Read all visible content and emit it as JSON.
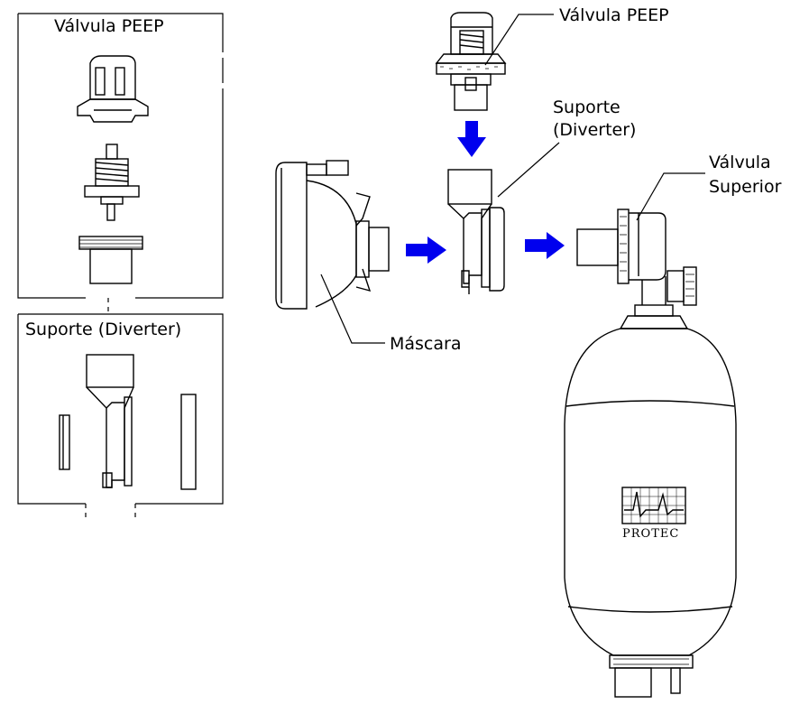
{
  "labels": {
    "peep_box_title": "Válvula PEEP",
    "diverter_box_title": "Suporte (Diverter)",
    "peep_callout": "Válvula PEEP",
    "diverter_callout_line1": "Suporte",
    "diverter_callout_line2": "(Diverter)",
    "mask_callout": "Máscara",
    "top_valve_line1": "Válvula",
    "top_valve_line2": "Superior",
    "brand": "PROTEC"
  },
  "colors": {
    "line": "#000000",
    "arrow": "#0000ee",
    "background": "#ffffff"
  },
  "icons": [
    "flow-arrow-down",
    "flow-arrow-right",
    "ecg-logo-icon"
  ]
}
